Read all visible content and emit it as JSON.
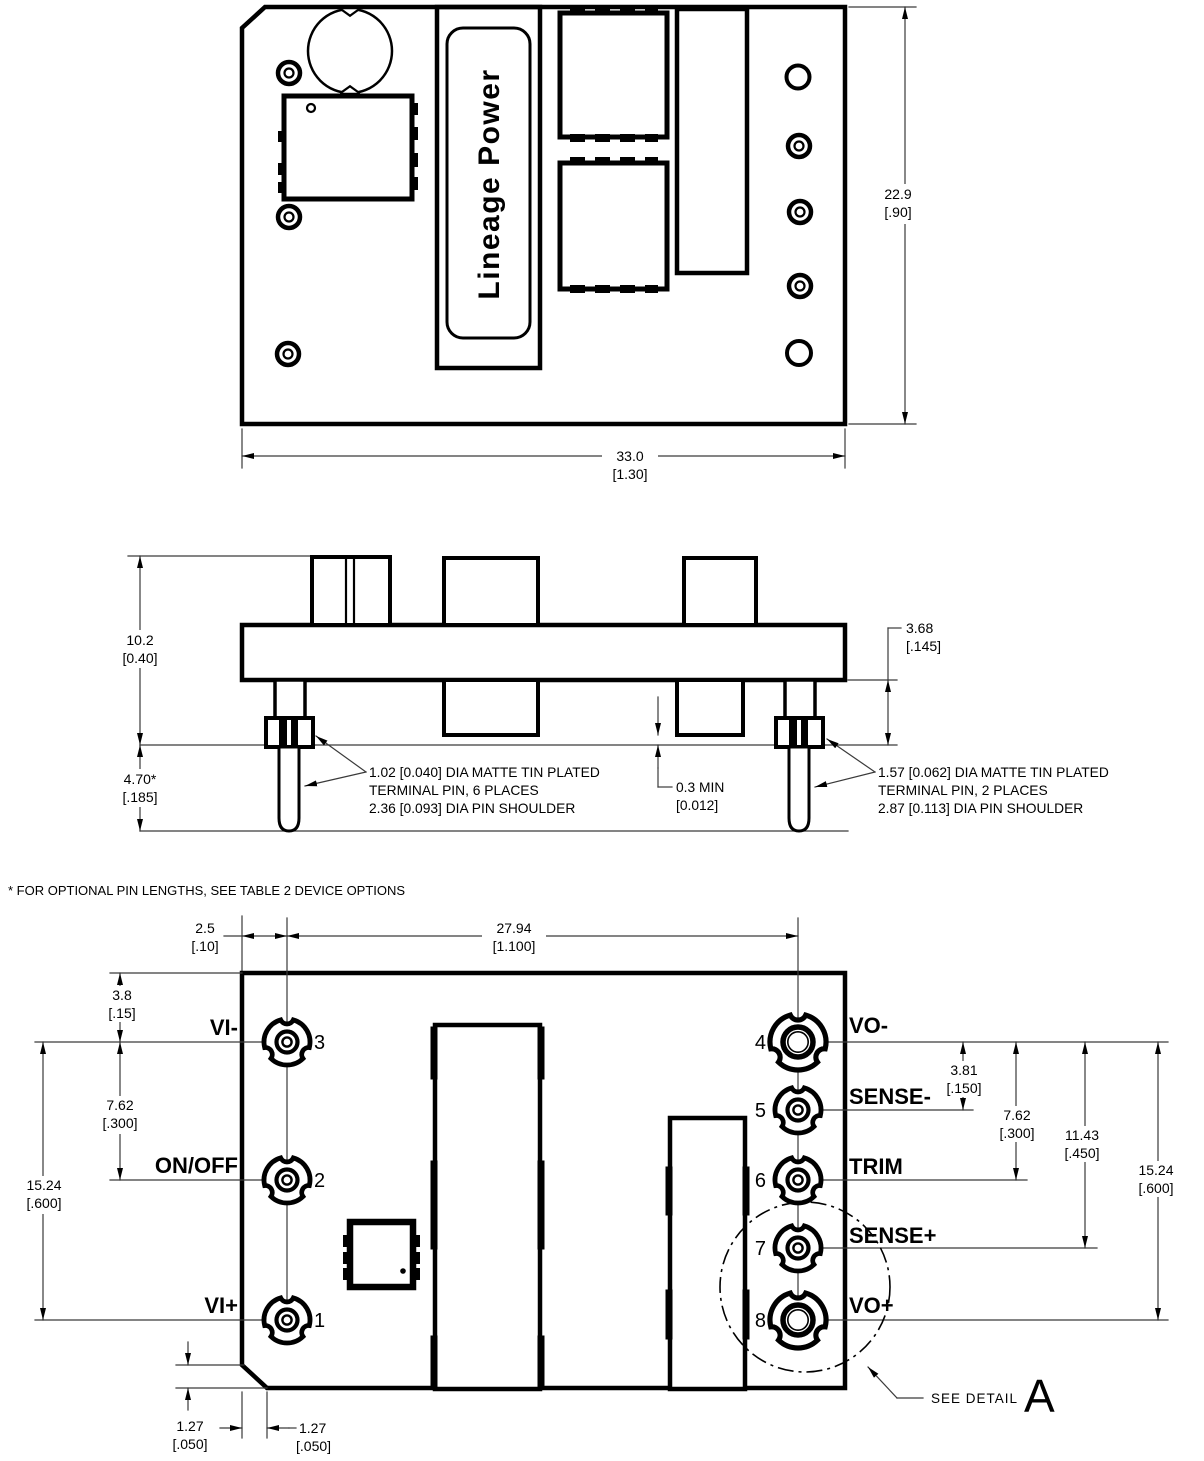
{
  "footnote": "* FOR OPTIONAL PIN LENGTHS, SEE TABLE 2 DEVICE OPTIONS",
  "brand": "Lineage  Power",
  "top_view": {
    "dim_height_mm": "22.9",
    "dim_height_in": "[.90]",
    "dim_width_mm": "33.0",
    "dim_width_in": "[1.30]"
  },
  "side_view": {
    "dim_total_mm": "10.2",
    "dim_total_in": "[0.40]",
    "dim_pin_mm": "4.70*",
    "dim_pin_in": "[.185]",
    "dim_shoulder_mm": "3.68",
    "dim_shoulder_in": "[.145]",
    "dim_gap_mm": "0.3 MIN",
    "dim_gap_in": "[0.012]",
    "note_signal_1": "1.02 [0.040] DIA MATTE TIN PLATED",
    "note_signal_2": "TERMINAL PIN, 6 PLACES",
    "note_signal_3": "2.36 [0.093] DIA PIN SHOULDER",
    "note_power_1": "1.57 [0.062] DIA MATTE TIN PLATED",
    "note_power_2": "TERMINAL PIN, 2 PLACES",
    "note_power_3": "2.87 [0.113] DIA PIN SHOULDER"
  },
  "bottom_view": {
    "dim_offset_mm": "2.5",
    "dim_offset_in": "[.10]",
    "dim_span_mm": "27.94",
    "dim_span_in": "[1.100]",
    "dim_top_mm": "3.8",
    "dim_top_in": "[.15]",
    "dim_l_pitch_mm": "7.62",
    "dim_l_pitch_in": "[.300]",
    "dim_l_span_mm": "15.24",
    "dim_l_span_in": "[.600]",
    "dim_r1_mm": "3.81",
    "dim_r1_in": "[.150]",
    "dim_r2_mm": "7.62",
    "dim_r2_in": "[.300]",
    "dim_r3_mm": "11.43",
    "dim_r3_in": "[.450]",
    "dim_r4_mm": "15.24",
    "dim_r4_in": "[.600]",
    "dim_ch_v_mm": "1.27",
    "dim_ch_v_in": "[.050]",
    "dim_ch_h_mm": "1.27",
    "dim_ch_h_in": "[.050]",
    "see_detail": "SEE DETAIL",
    "detail_letter": "A",
    "pins": [
      {
        "num": "1",
        "label": "VI+"
      },
      {
        "num": "2",
        "label": "ON/OFF"
      },
      {
        "num": "3",
        "label": "VI-"
      },
      {
        "num": "4",
        "label": "VO-"
      },
      {
        "num": "5",
        "label": "SENSE-"
      },
      {
        "num": "6",
        "label": "TRIM"
      },
      {
        "num": "7",
        "label": "SENSE+"
      },
      {
        "num": "8",
        "label": "VO+"
      }
    ]
  }
}
